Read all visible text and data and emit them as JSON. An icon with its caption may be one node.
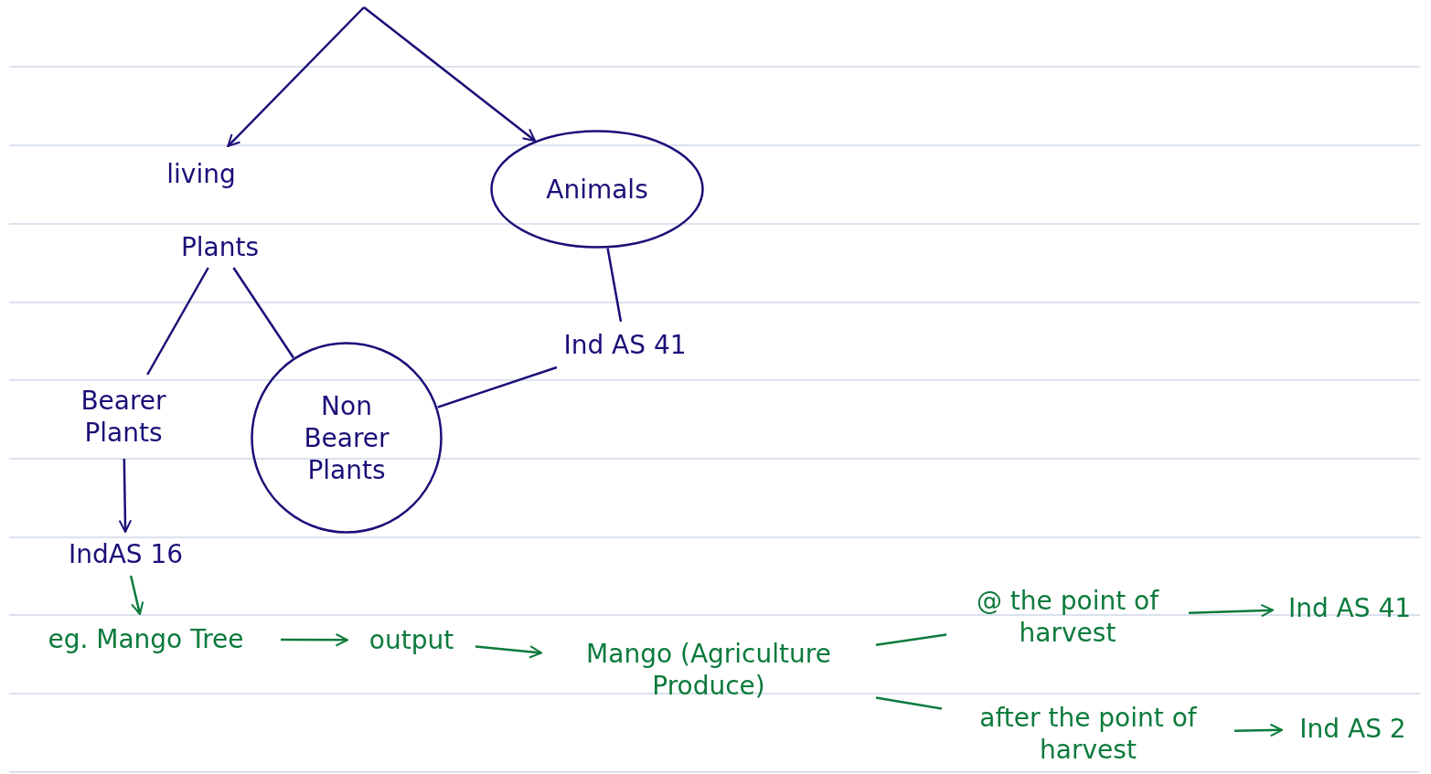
{
  "diagram": {
    "nodes": [
      {
        "text": [
          "living"
        ]
      },
      {
        "text": [
          "Animals"
        ]
      },
      {
        "text": [
          "Plants"
        ]
      },
      {
        "text": [
          "Bearer Plants"
        ]
      },
      {
        "text": [
          "Non Bearer Plants"
        ]
      },
      {
        "text": [
          "Ind AS 41"
        ]
      },
      {
        "text": [
          "IndAS 16"
        ]
      },
      {
        "text": [
          "eg. Mango Tree"
        ]
      },
      {
        "text": [
          "output"
        ]
      },
      {
        "text": [
          "Mango (Agriculture Produce)"
        ]
      },
      {
        "text": [
          "@ the point of harvest"
        ]
      },
      {
        "text": [
          "Ind AS 41"
        ]
      },
      {
        "text": [
          "after the point of harvest"
        ]
      },
      {
        "text": [
          "Ind AS 2"
        ]
      }
    ],
    "edges": [
      {
        "from": null,
        "to": 0,
        "arrow": "to"
      },
      {
        "from": null,
        "to": 1,
        "arrow": "to"
      },
      {
        "from": 2,
        "to": 3,
        "arrow": "none"
      },
      {
        "from": 2,
        "to": 4,
        "arrow": "none"
      },
      {
        "from": 1,
        "to": 5,
        "arrow": "none"
      },
      {
        "from": 4,
        "to": 5,
        "arrow": "none"
      },
      {
        "from": 3,
        "to": 6,
        "arrow": "to"
      },
      {
        "from": 6,
        "to": 7,
        "arrow": "to",
        "color": "#0b7a3c"
      },
      {
        "from": 7,
        "to": 8,
        "arrow": "to",
        "color": "#0b7a3c"
      },
      {
        "from": 8,
        "to": 9,
        "arrow": "to",
        "color": "#0b7a3c"
      },
      {
        "from": 9,
        "to": 10,
        "arrow": "none",
        "color": "#0b7a3c"
      },
      {
        "from": 9,
        "to": 12,
        "arrow": "none",
        "color": "#0b7a3c"
      },
      {
        "from": 10,
        "to": 11,
        "arrow": "to",
        "color": "#0b7a3c"
      },
      {
        "from": 12,
        "to": 13,
        "arrow": "to",
        "color": "#0b7a3c"
      }
    ]
  }
}
